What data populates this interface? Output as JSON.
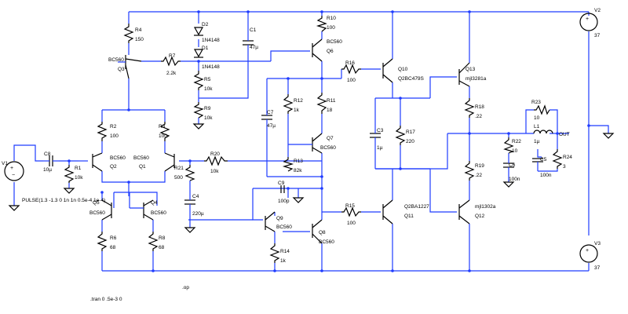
{
  "labels": {
    "v1": "V1",
    "v2": "V2",
    "v3": "V3",
    "v2_val": "37",
    "v3_val": "37",
    "v1_src": "PULSE(1.3 -1.3 0 1n 1n 0.5e-4 1e-4)",
    "tran": ".tran 0 .5e-3 0",
    "op": ".op",
    "out": "OUT",
    "c8": "C8",
    "c8v": "10µ",
    "r1": "R1",
    "r1v": "10k",
    "r2": "R2",
    "r2v": "100",
    "r3": "R3",
    "r3v": "100",
    "q1": "Q1",
    "q1t": "BC560",
    "q2": "Q2",
    "q2t": "BC560",
    "q3": "Q3",
    "q3t": "BC560",
    "q4": "Q4",
    "q4t": "BC560",
    "q5": "Q5",
    "q5t": "BC560",
    "q6": "Q6",
    "q6t": "BC560",
    "q7": "Q7",
    "q7t": "BC560",
    "q8": "Q8",
    "q8t": "BC560",
    "q9": "Q9",
    "q9t": "BC560",
    "q10": "Q10",
    "q10t": "Q2BC479S",
    "q11": "Q11",
    "q11t": "Q2BA1227",
    "q12": "Q12",
    "q12t": "mjl1302a",
    "q13": "Q13",
    "q13t": "mjl3281a",
    "r4": "R4",
    "r4v": "150",
    "r5": "R5",
    "r5v": "10k",
    "r6": "R6",
    "r6v": "68",
    "r7": "R7",
    "r7v": "2.2k",
    "r8": "R8",
    "r8v": "68",
    "r9": "R9",
    "r9v": "10k",
    "r10": "R10",
    "r10v": "100",
    "r11": "R11",
    "r11v": "18",
    "r12": "R12",
    "r12v": "1k",
    "r13": "R13",
    "r13v": "82k",
    "r14": "R14",
    "r14v": "1k",
    "r15": "R15",
    "r15v": "100",
    "r16": "R16",
    "r16v": "100",
    "r17": "R17",
    "r17v": "220",
    "r18": "R18",
    "r18v": ".22",
    "r19": "R19",
    "r19v": ".22",
    "r20": "R20",
    "r20v": "10k",
    "r21": "R21",
    "r21v": "500",
    "r22": "R22",
    "r22v": "10",
    "r23": "R23",
    "r23v": "10",
    "r24": "R24",
    "r24v": "3",
    "c1": "C1",
    "c1v": "47µ",
    "c3": "C3",
    "c3v": "1µ",
    "c4": "C4",
    "c4v": "220µ",
    "c5": "C5",
    "c5v": "100n",
    "c6": "C6",
    "c6v": "100n",
    "c7": "C7",
    "c7v": "47µ",
    "c9": "C9",
    "c9v": "100p",
    "d1": "D1",
    "d1t": "1N4148",
    "d2": "D2",
    "d2t": "1N4148",
    "l1": "L1",
    "l1v": "1µ"
  },
  "colors": {
    "wire": "#1f3cff",
    "component": "#000000",
    "background": "#ffffff"
  }
}
